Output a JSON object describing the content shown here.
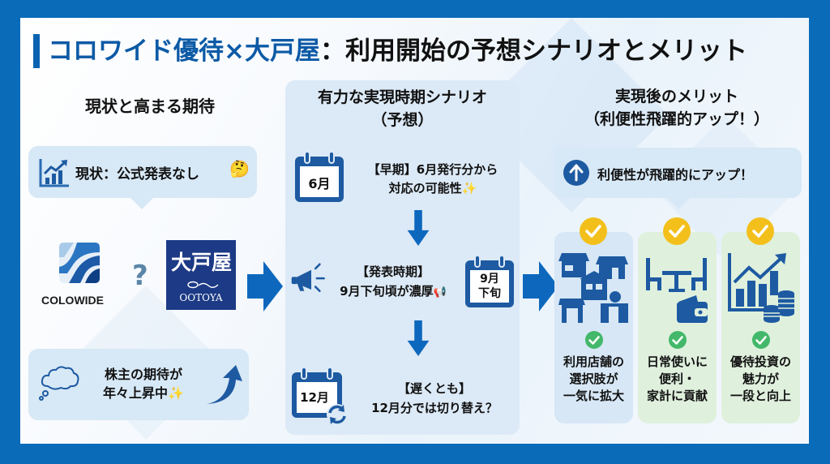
{
  "title": {
    "part1": "コロワイド優待×大戸屋",
    "separator": "：",
    "part2": "利用開始の予想シナリオとメリット"
  },
  "left": {
    "heading": "現状と高まる期待",
    "status_bubble": {
      "icon": "growth-chart-icon",
      "text": "現状：公式発表なし",
      "emoji": "🤔"
    },
    "logos": {
      "colowide": "COLOWIDE",
      "question": "?",
      "ootoya_kanji": "大戸屋",
      "ootoya_latin": "OOTOYA"
    },
    "expectation_bubble": {
      "icon": "thought-cloud-icon",
      "line1": "株主の期待が",
      "line2": "年々上昇中",
      "emoji": "✨",
      "arrow_icon": "curved-up-arrow-icon"
    }
  },
  "center": {
    "heading_line1": "有力な実現時期シナリオ",
    "heading_line2": "（予想）",
    "scenarios": [
      {
        "calendar": "6月",
        "line1": "【早期】6月発行分から",
        "line2": "対応の可能性",
        "emoji": "✨"
      },
      {
        "calendar_line1": "9月",
        "calendar_line2": "下旬",
        "line1": "【発表時期】",
        "line2": "9月下旬頃が濃厚",
        "emoji": "📢"
      },
      {
        "calendar": "12月",
        "line1": "【遅くとも】",
        "line2": "12月分では切り替え？"
      }
    ]
  },
  "right": {
    "heading_line1": "実現後のメリット",
    "heading_line2": "（利便性飛躍的アップ！）",
    "banner": "利便性が飛躍的にアップ！",
    "cards": [
      {
        "icon": "stores-icon",
        "text": "利用店舗の\n選択肢が\n一気に拡大",
        "color": "#d7e7f6"
      },
      {
        "icon": "dining-wallet-icon",
        "text": "日常使いに\n便利・\n家計に貢献",
        "color": "#dff0dd"
      },
      {
        "icon": "investment-coins-icon",
        "text": "優待投資の\n魅力が\n一段と向上",
        "color": "#dff0dd"
      }
    ]
  },
  "colors": {
    "frame": "#0a6bb8",
    "accent_blue": "#0c5aa6",
    "check_yellow": "#f3c01b",
    "check_green": "#43b86a"
  }
}
